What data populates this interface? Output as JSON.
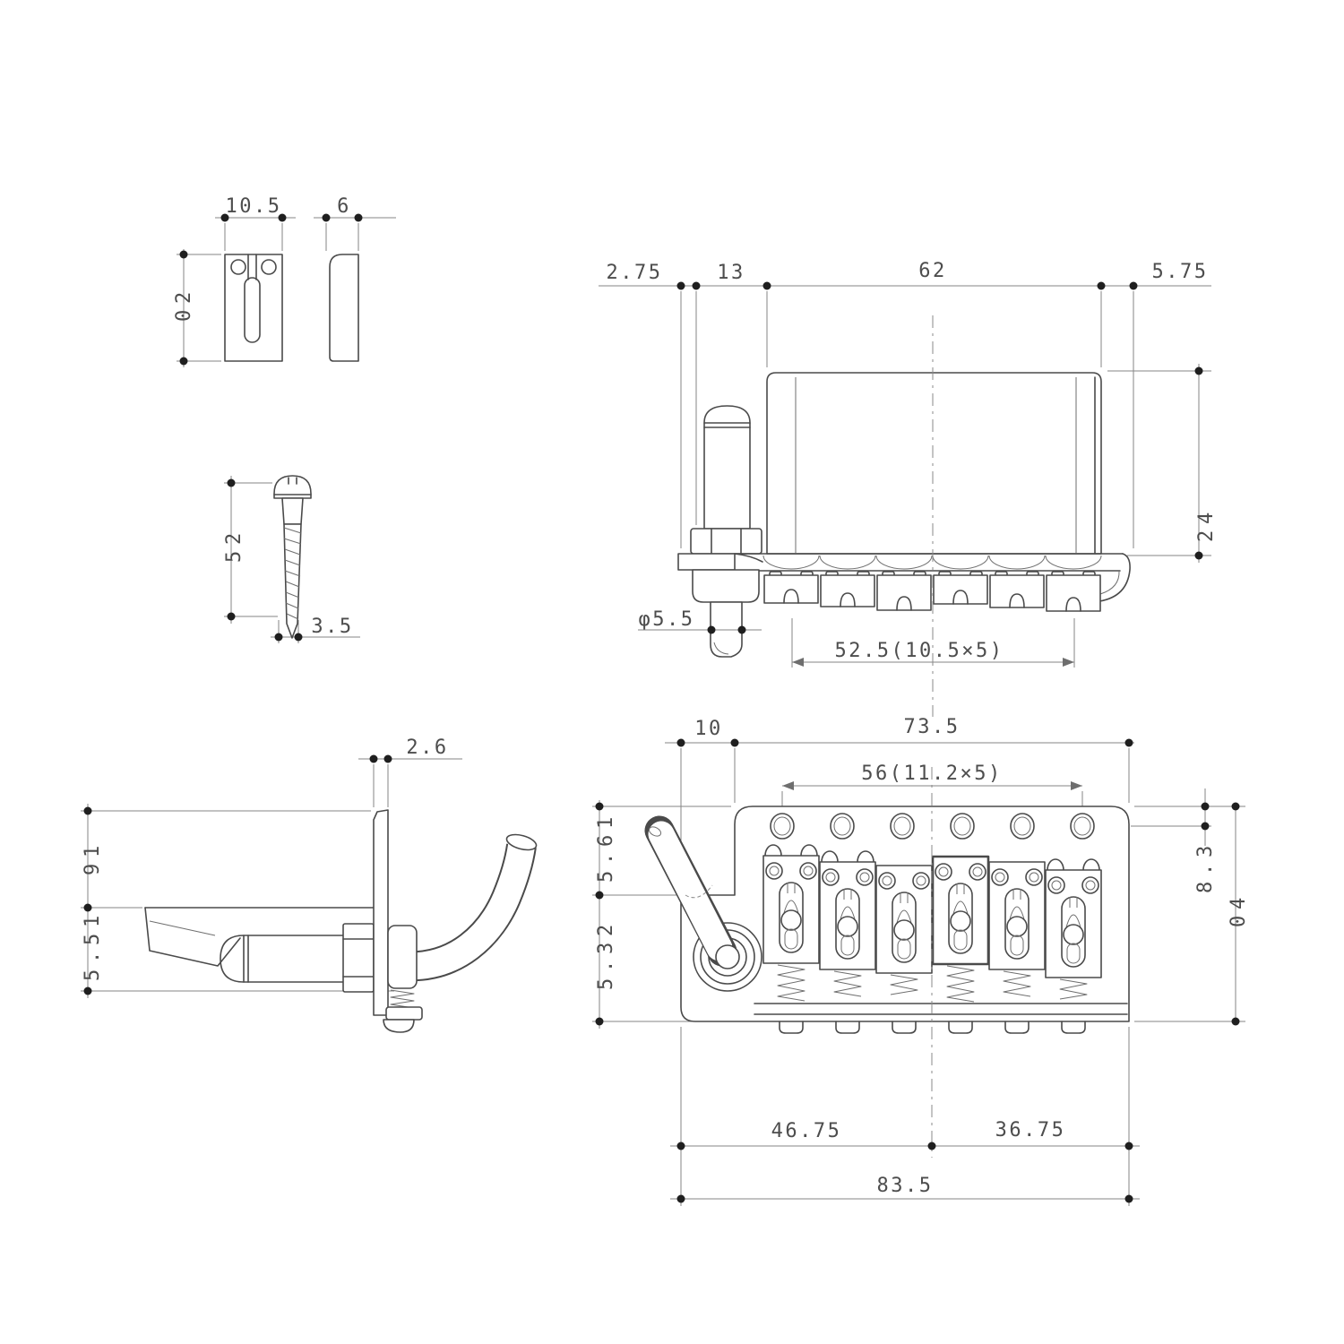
{
  "drawing": {
    "type": "engineering-orthographic-drawing",
    "subject": "tremolo bridge assembly with string retainer bar and mounting screw",
    "colors": {
      "background": "#ffffff",
      "line": "#4a4a4a",
      "dimension": "#858585",
      "text": "#4d4d4d"
    }
  },
  "retainer_view": {
    "width": "10.5",
    "thickness": "6",
    "height": "20"
  },
  "screw_view": {
    "length": "25",
    "diameter": "3.5"
  },
  "front_view": {
    "edge_to_arm": "2.75",
    "arm_to_block": "13",
    "block_width": "62",
    "right_overhang": "5.75",
    "height": "42",
    "arm_diameter": "φ5.5",
    "string_spacing": "52.5(10.5×5)"
  },
  "side_view": {
    "plate_thickness": "2.6",
    "upper_height": "19",
    "lower_height": "15.5"
  },
  "top_view": {
    "notch_width": "10",
    "plate_width": "73.5",
    "hole_spacing": "56(11.2×5)",
    "upper_depth": "16.5",
    "lower_depth": "23.5",
    "hole_offset": "3.8",
    "plate_depth": "40",
    "pivot_left_span": "46.75",
    "pivot_right_span": "36.75",
    "total_width": "83.5"
  }
}
